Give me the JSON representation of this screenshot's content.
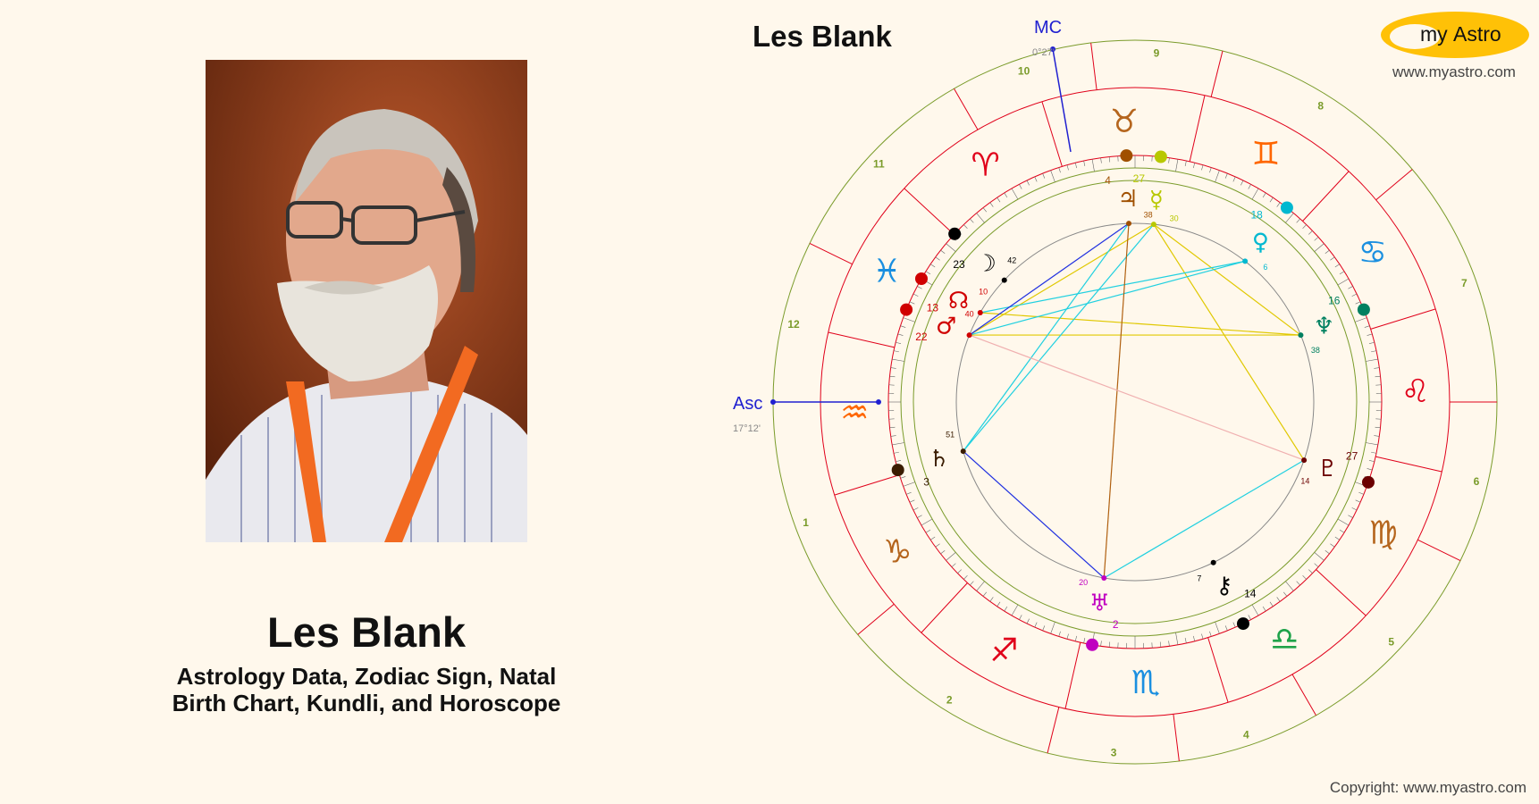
{
  "person": {
    "name": "Les Blank",
    "subtitle_line1": "Astrology Data, Zodiac Sign, Natal",
    "subtitle_line2": "Birth Chart, Kundli, and Horoscope"
  },
  "chart": {
    "title": "Les Blank",
    "mc_label": "MC",
    "mc_degree": "0°27'",
    "asc_label": "Asc",
    "asc_degree": "17°12'"
  },
  "logo": {
    "text_my": "my",
    "text_astro": "Astro",
    "url": "www.myastro.com"
  },
  "footer": {
    "copyright": "Copyright: www.myastro.com"
  },
  "colors": {
    "background": "#fff8ec",
    "logo_yellow": "#ffc107",
    "fire": "#e0001a",
    "earth": "#b5651d",
    "air": "#1fa34a",
    "water": "#1a8fe0",
    "house_ring": "#7a9b2a",
    "zodiac_ring": "#e0001a"
  },
  "houses": [
    "1",
    "2",
    "3",
    "4",
    "5",
    "6",
    "7",
    "8",
    "9",
    "10",
    "11",
    "12"
  ],
  "signs": [
    {
      "glyph": "♒",
      "name": "aquarius-icon",
      "color": "#ff6600"
    },
    {
      "glyph": "♓",
      "name": "pisces-icon",
      "color": "#1a8fe0"
    },
    {
      "glyph": "♈",
      "name": "aries-icon",
      "color": "#e0001a"
    },
    {
      "glyph": "♉",
      "name": "taurus-icon",
      "color": "#b5651d"
    },
    {
      "glyph": "♊",
      "name": "gemini-icon",
      "color": "#ff6600"
    },
    {
      "glyph": "♋",
      "name": "cancer-icon",
      "color": "#1a8fe0"
    },
    {
      "glyph": "♌",
      "name": "leo-icon",
      "color": "#e0001a"
    },
    {
      "glyph": "♍",
      "name": "virgo-icon",
      "color": "#b5651d"
    },
    {
      "glyph": "♎",
      "name": "libra-icon",
      "color": "#1fa34a"
    },
    {
      "glyph": "♏",
      "name": "scorpio-icon",
      "color": "#1a8fe0"
    },
    {
      "glyph": "♐",
      "name": "sagittarius-icon",
      "color": "#e0001a"
    },
    {
      "glyph": "♑",
      "name": "capricorn-icon",
      "color": "#b5651d"
    }
  ],
  "planets": [
    {
      "name": "moon-icon",
      "glyph": "☽",
      "deg": "23",
      "min": "42",
      "color": "#000000"
    },
    {
      "name": "north-node-icon",
      "glyph": "☊",
      "deg": "13",
      "min": "10",
      "color": "#d00000"
    },
    {
      "name": "mars-icon",
      "glyph": "♂",
      "deg": "22",
      "min": "40",
      "color": "#d00000"
    },
    {
      "name": "saturn-icon",
      "glyph": "♄",
      "deg": "3",
      "min": "51",
      "color": "#3a1c00"
    },
    {
      "name": "uranus-icon",
      "glyph": "♅",
      "deg": "2",
      "min": "20",
      "color": "#c000c0"
    },
    {
      "name": "chiron-icon",
      "glyph": "⚷",
      "deg": "14",
      "min": "7",
      "color": "#000000"
    },
    {
      "name": "pluto-icon",
      "glyph": "♇",
      "deg": "27",
      "min": "14",
      "color": "#6b0000"
    },
    {
      "name": "neptune-icon",
      "glyph": "♆",
      "deg": "16",
      "min": "38",
      "color": "#008060"
    },
    {
      "name": "venus-icon",
      "glyph": "♀",
      "deg": "18",
      "min": "6",
      "color": "#00b8d0"
    },
    {
      "name": "mercury-icon",
      "glyph": "☿",
      "deg": "27",
      "min": "30",
      "color": "#b8c800"
    },
    {
      "name": "jupiter-icon",
      "glyph": "♃",
      "deg": "4",
      "min": "38",
      "color": "#a05000"
    }
  ]
}
